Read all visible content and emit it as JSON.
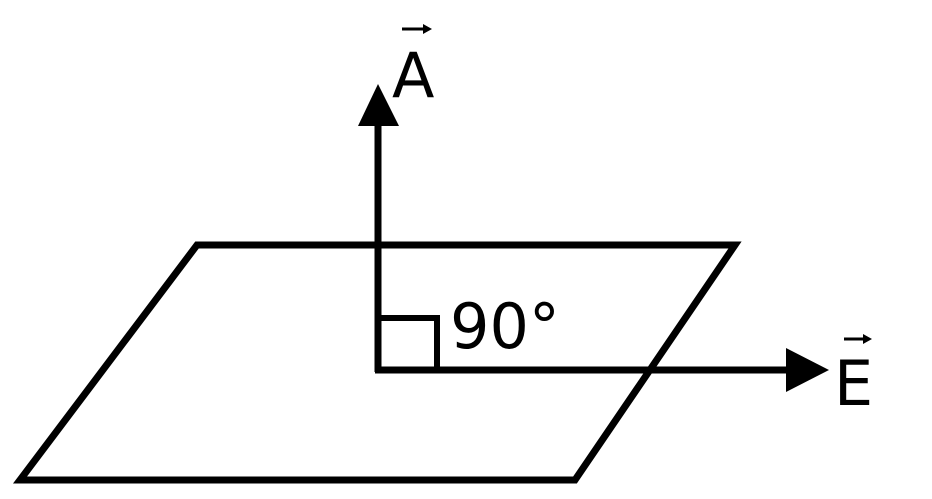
{
  "labels": {
    "vector_a": "A",
    "vector_e": "E",
    "angle": "90°"
  },
  "colors": {
    "stroke": "#000000",
    "background": "#ffffff"
  }
}
